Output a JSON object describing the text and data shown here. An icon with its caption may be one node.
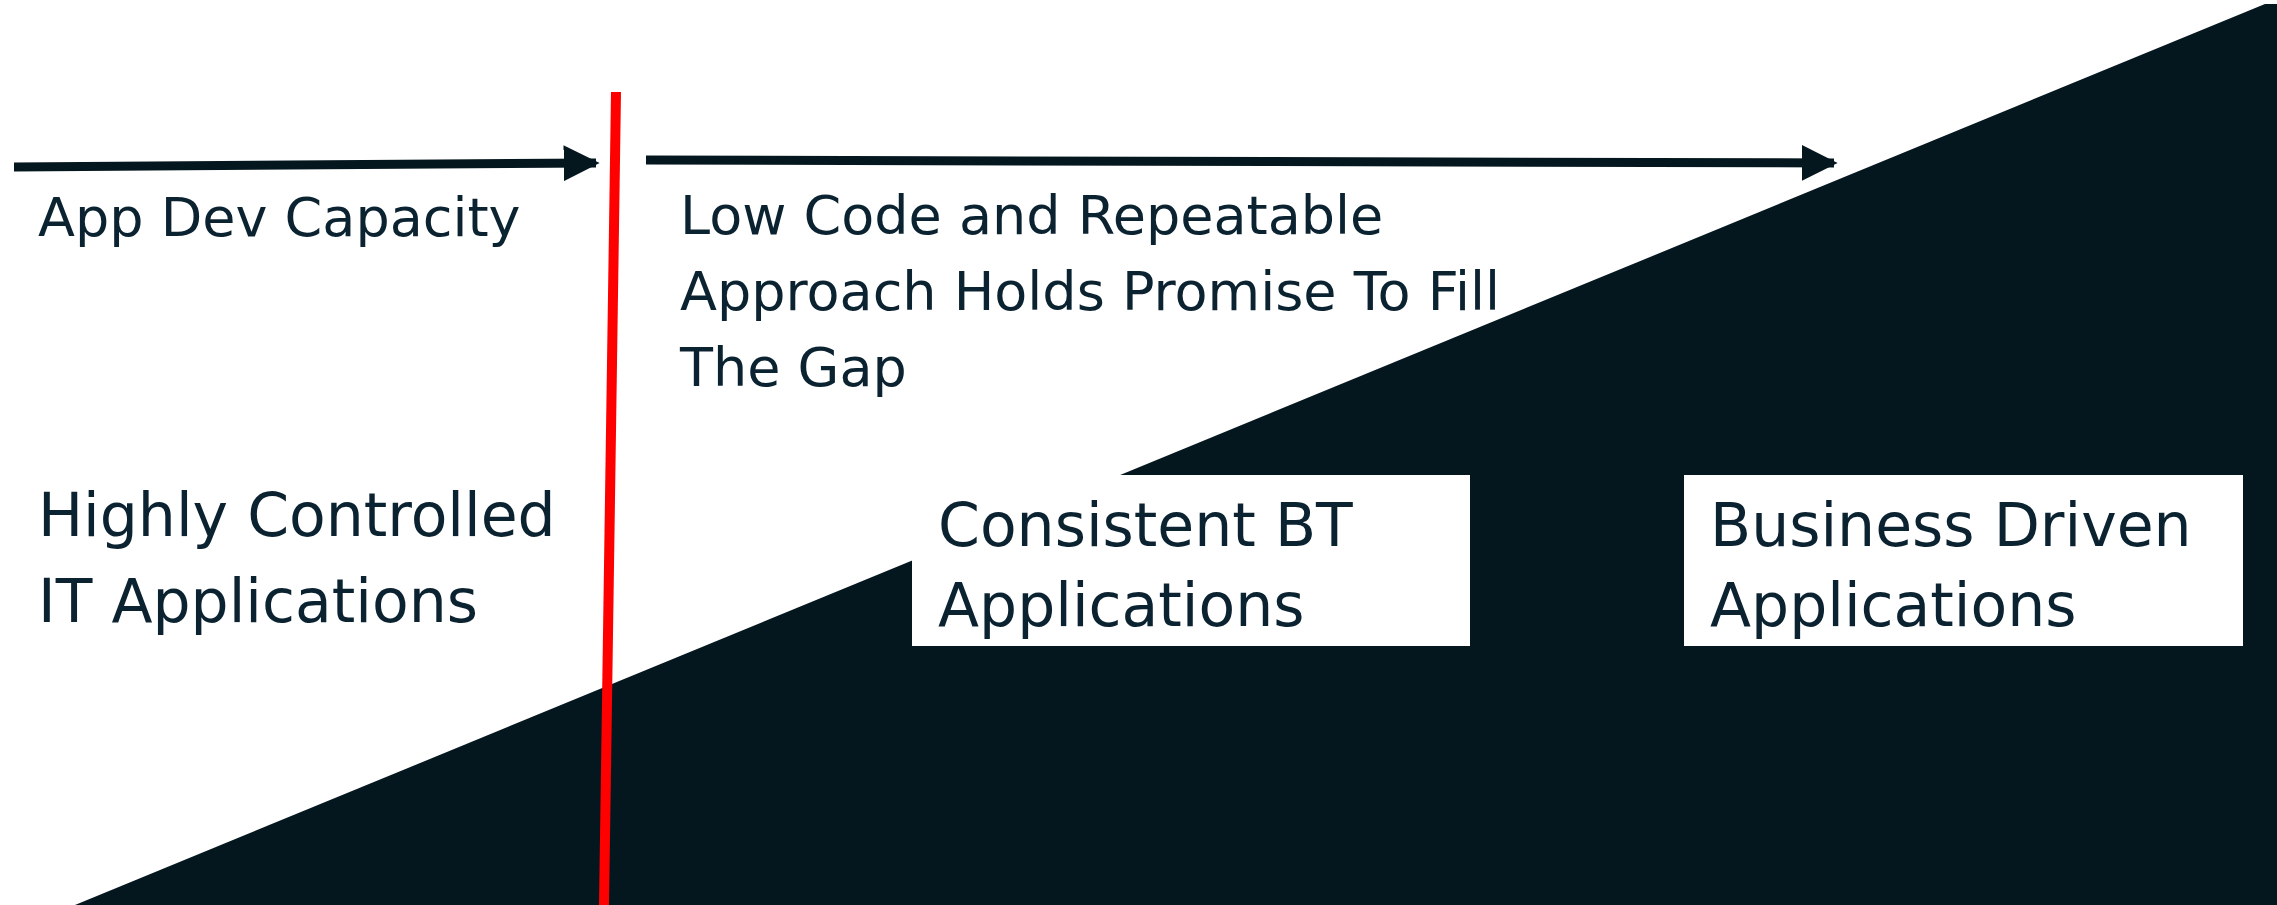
{
  "diagram": {
    "nodes": [
      {
        "text": [
          "Consistent BT Applications"
        ]
      },
      {
        "text": [
          "Business Driven Applications"
        ]
      }
    ],
    "labels": [
      "App Dev Capacity",
      "Low Code and Repeatable Approach Holds Promise To Fill The Gap",
      "Highly Controlled IT Applications"
    ]
  }
}
